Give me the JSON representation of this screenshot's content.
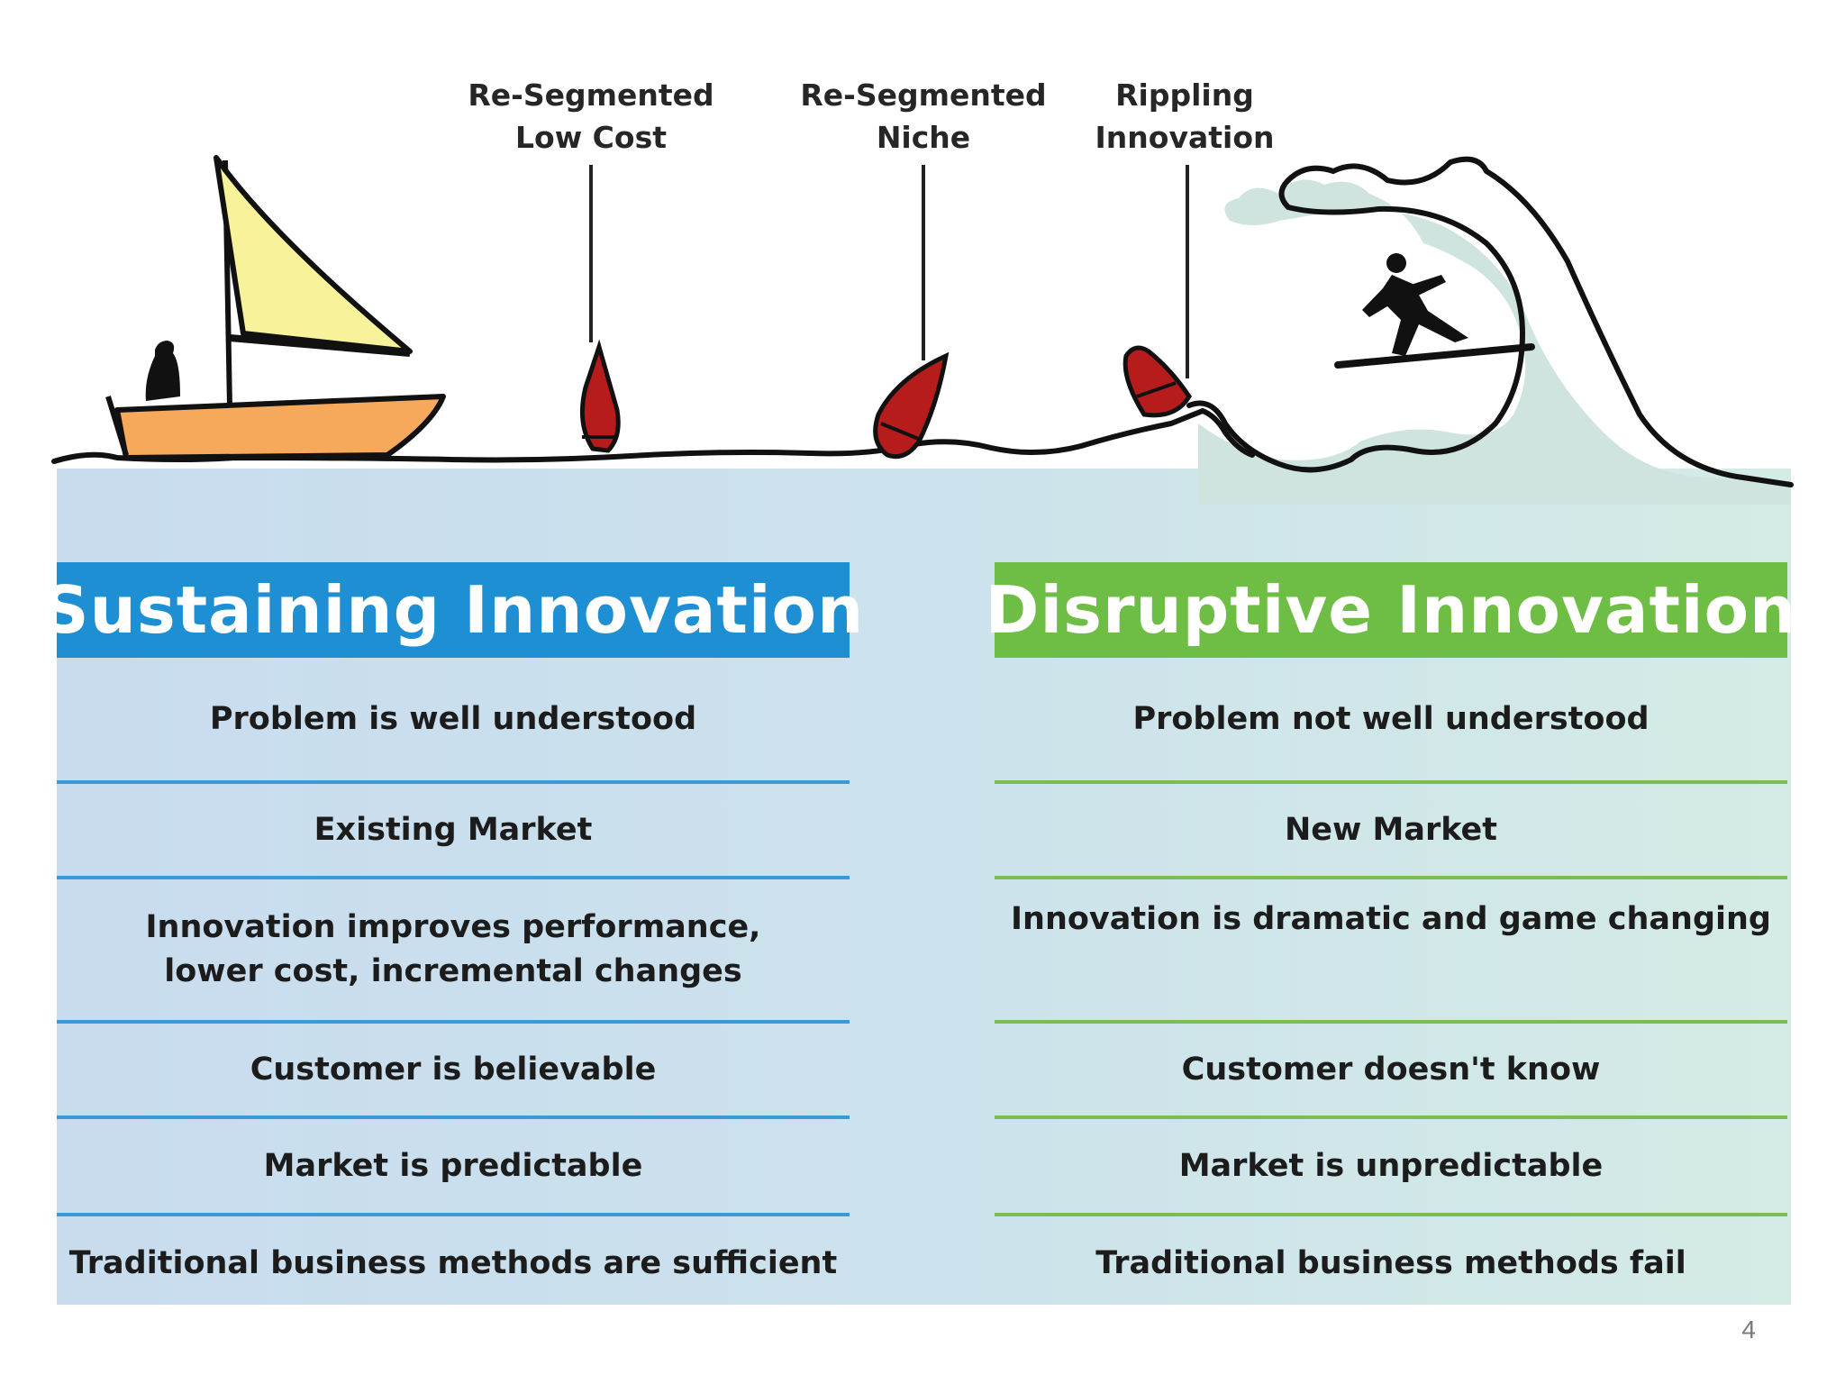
{
  "illustration": {
    "labels": [
      {
        "line1": "Re-Segmented",
        "line2": "Low Cost"
      },
      {
        "line1": "Re-Segmented",
        "line2": "Niche"
      },
      {
        "line1": "Rippling",
        "line2": "Innovation"
      }
    ]
  },
  "columns": {
    "sustaining": {
      "title": "Sustaining Innovation",
      "color": "#1f8fd3",
      "rows": [
        "Problem is well understood",
        "Existing Market",
        "Innovation improves performance, lower cost, incremental changes",
        "Customer is believable",
        "Market is predictable",
        "Traditional business methods are sufficient"
      ]
    },
    "disruptive": {
      "title": "Disruptive Innovation",
      "color": "#6ebd45",
      "rows": [
        "Problem not well understood",
        "New Market",
        "Innovation is dramatic and game changing",
        "Customer doesn't know",
        "Market is unpredictable",
        "Traditional business methods fail"
      ]
    }
  },
  "page_number": "4"
}
